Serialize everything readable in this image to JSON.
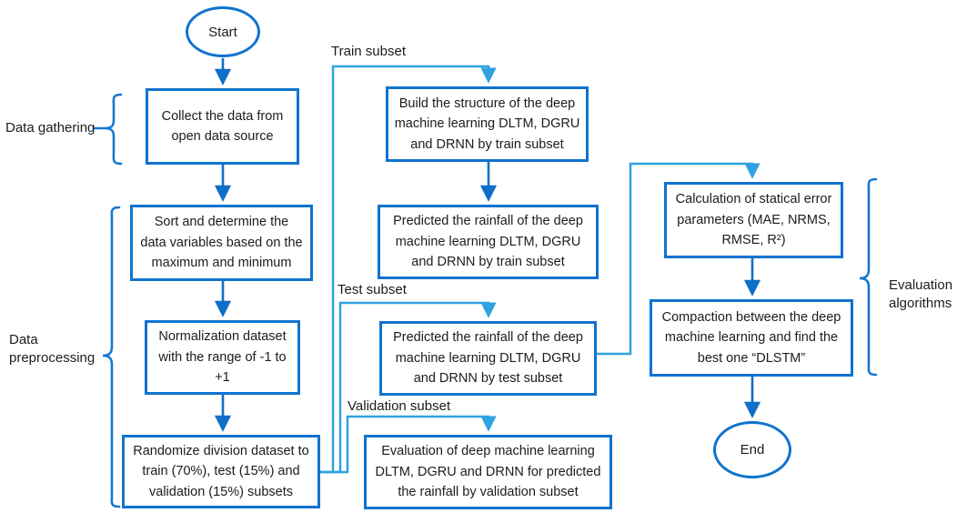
{
  "diagram": {
    "type": "flowchart",
    "colors": {
      "box_border": "#1073cf",
      "main_arrow": "#0e6ec8",
      "subset_connector": "#2fa3df",
      "brace": "#1578d0",
      "text": "#1c1c1c",
      "background": "#ffffff"
    },
    "terminals": {
      "start": "Start",
      "end": "End"
    },
    "nodes": {
      "collect": "Collect the data from\nopen data source",
      "sort": "Sort and determine the\ndata variables based on the\nmaximum and minimum",
      "normalize": "Normalization dataset\nwith the range of -1 to\n+1",
      "randomize": "Randomize division dataset to\ntrain (70%), test (15%) and\nvalidation (15%) subsets",
      "build": "Build the structure of the deep\nmachine learning DLTM, DGRU\nand DRNN by train subset",
      "predict_train": "Predicted the rainfall of the deep\nmachine learning DLTM, DGRU\nand DRNN by train subset",
      "predict_test": "Predicted the rainfall of the deep\nmachine learning DLTM, DGRU\nand DRNN by test subset",
      "evaluate": "Evaluation of deep machine learning\nDLTM, DGRU and DRNN for predicted\nthe rainfall by validation subset",
      "calc_error": "Calculation of statical error\nparameters (MAE, NRMS,\nRMSE, R²)",
      "compare": "Compaction between the deep\nmachine learning and find the\nbest one “DLSTM”"
    },
    "edge_labels": {
      "train": "Train subset",
      "test": "Test subset",
      "validation": "Validation subset"
    },
    "group_labels": {
      "gathering": "Data gathering",
      "preprocessing": "Data\npreprocessing",
      "evaluation": "Evaluation\nalgorithms"
    }
  }
}
